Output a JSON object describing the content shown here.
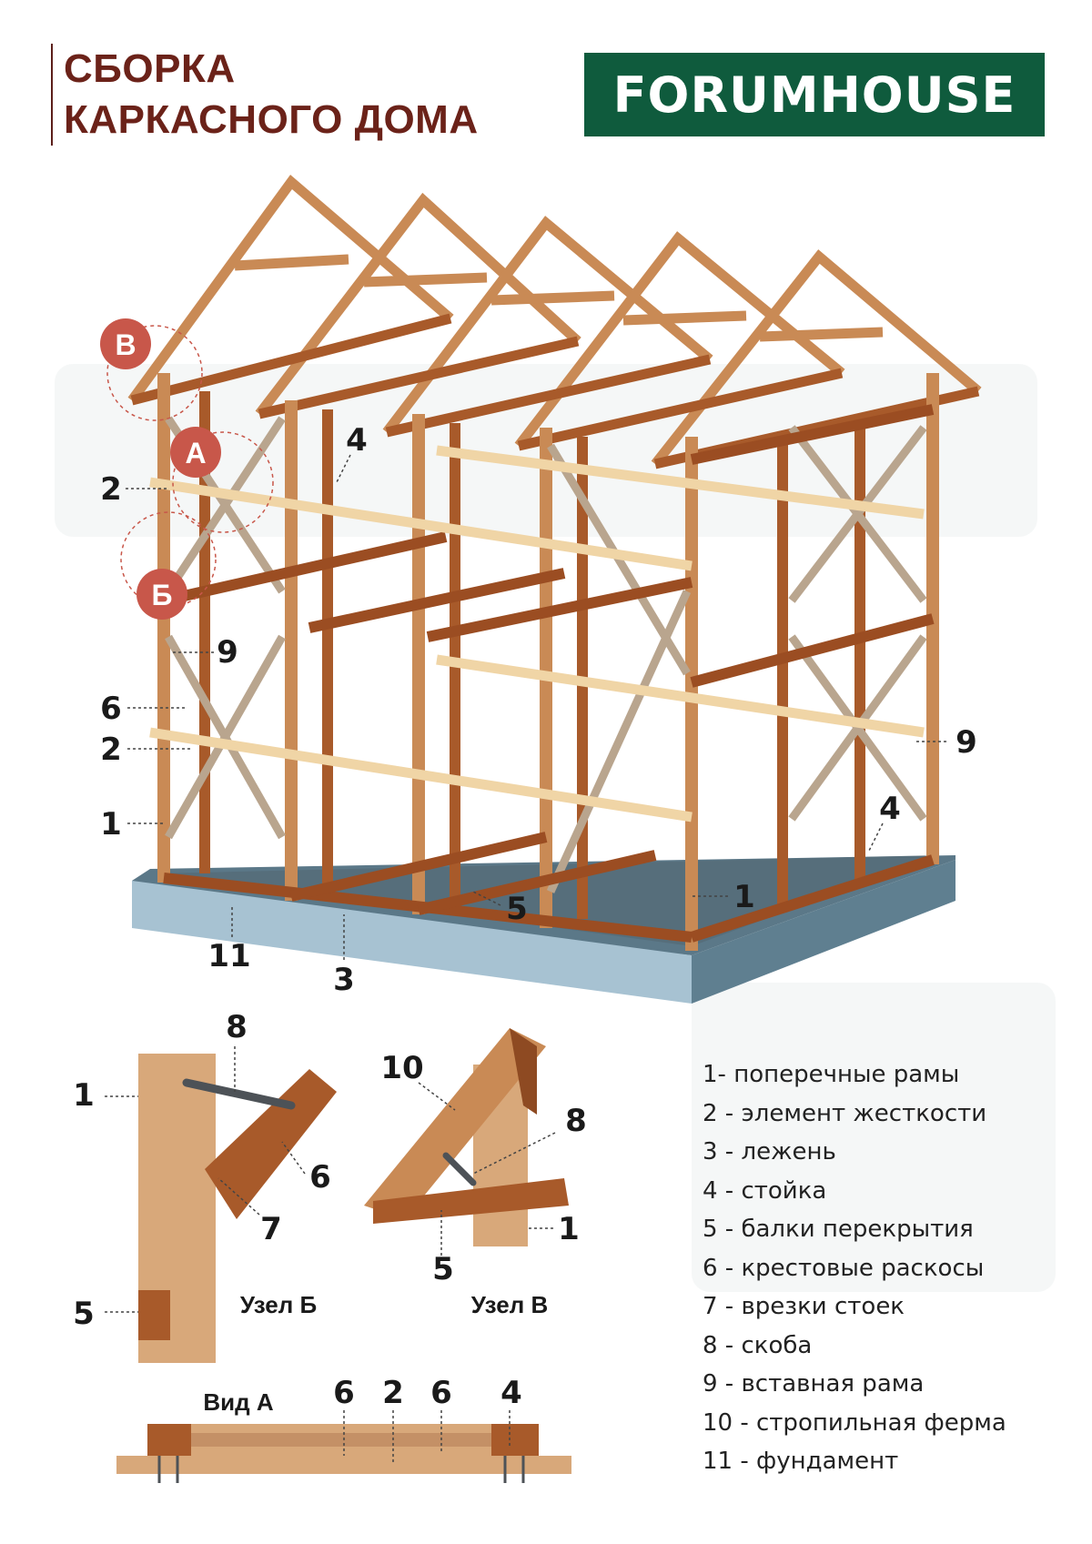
{
  "title": {
    "line1": "СБОРКА",
    "line2": "КАРКАСНОГО ДОМА"
  },
  "logo": {
    "text": "FORUMHOUSE"
  },
  "callouts": {
    "a": "А",
    "b": "Б",
    "v": "В"
  },
  "labels": {
    "l2_top": "2",
    "l4_top": "4",
    "l9_left": "9",
    "l6_left": "6",
    "l2_mid": "2",
    "l1_left": "1",
    "l9_right": "9",
    "l4_right": "4",
    "l1_bottom": "1",
    "l5_bottom": "5",
    "l11": "11",
    "l3": "3"
  },
  "node_b": {
    "caption": "Узел Б",
    "l8": "8",
    "l1": "1",
    "l6": "6",
    "l7": "7",
    "l5": "5"
  },
  "node_v": {
    "caption": "Узел В",
    "l10": "10",
    "l8": "8",
    "l1": "1",
    "l5": "5"
  },
  "view_a": {
    "caption": "Вид А",
    "l6a": "6",
    "l2": "2",
    "l6b": "6",
    "l4": "4"
  },
  "legend": [
    "1- поперечные рамы",
    "2 - элемент жесткости",
    "3 - лежень",
    "4 - стойка",
    "5 - балки перекрытия",
    "6 - крестовые раскосы",
    "7 - врезки стоек",
    "8 - скоба",
    "9 - вставная рама",
    "10 - стропильная ферма",
    "11 - фундамент"
  ],
  "colors": {
    "accent": "#c8574a",
    "brand": "#0f5b3d",
    "wood": "#c98a55",
    "wood_dark": "#a85a2a",
    "foundation": "#a7c2d2"
  }
}
